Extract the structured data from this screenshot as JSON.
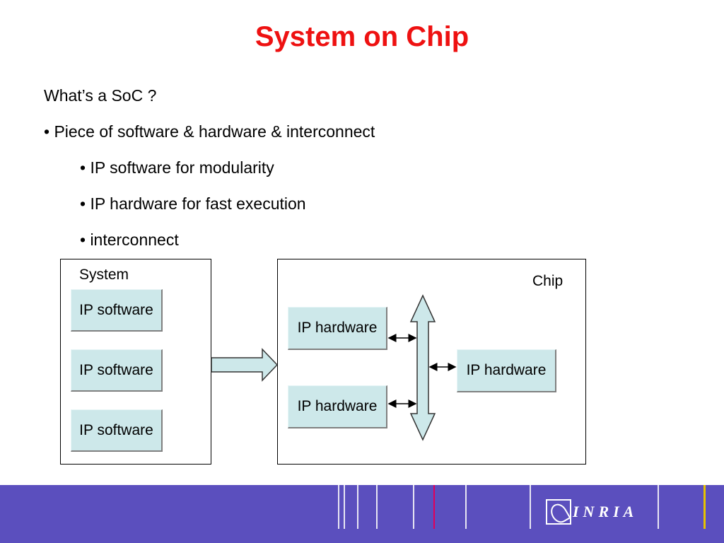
{
  "title": "System on Chip",
  "colors": {
    "title": "#ee1111",
    "ip_box_fill": "#cde8ea",
    "footer": "#5b4fbe",
    "accent_line": "#e1005a",
    "gold_line": "#e6c200"
  },
  "bullets": [
    "What’s a SoC ?",
    "• Piece of software & hardware & interconnect",
    "• IP software for modularity",
    "• IP hardware for fast execution",
    "• interconnect"
  ],
  "diagram": {
    "system_label": "System",
    "software_boxes": [
      "IP software",
      "IP software",
      "IP software"
    ],
    "chip_label": "Chip",
    "hardware_boxes": [
      "IP hardware",
      "IP hardware",
      "IP hardware"
    ]
  },
  "footer": {
    "logo_text": "INRIA",
    "logo_icon": "inria-logo-icon"
  }
}
